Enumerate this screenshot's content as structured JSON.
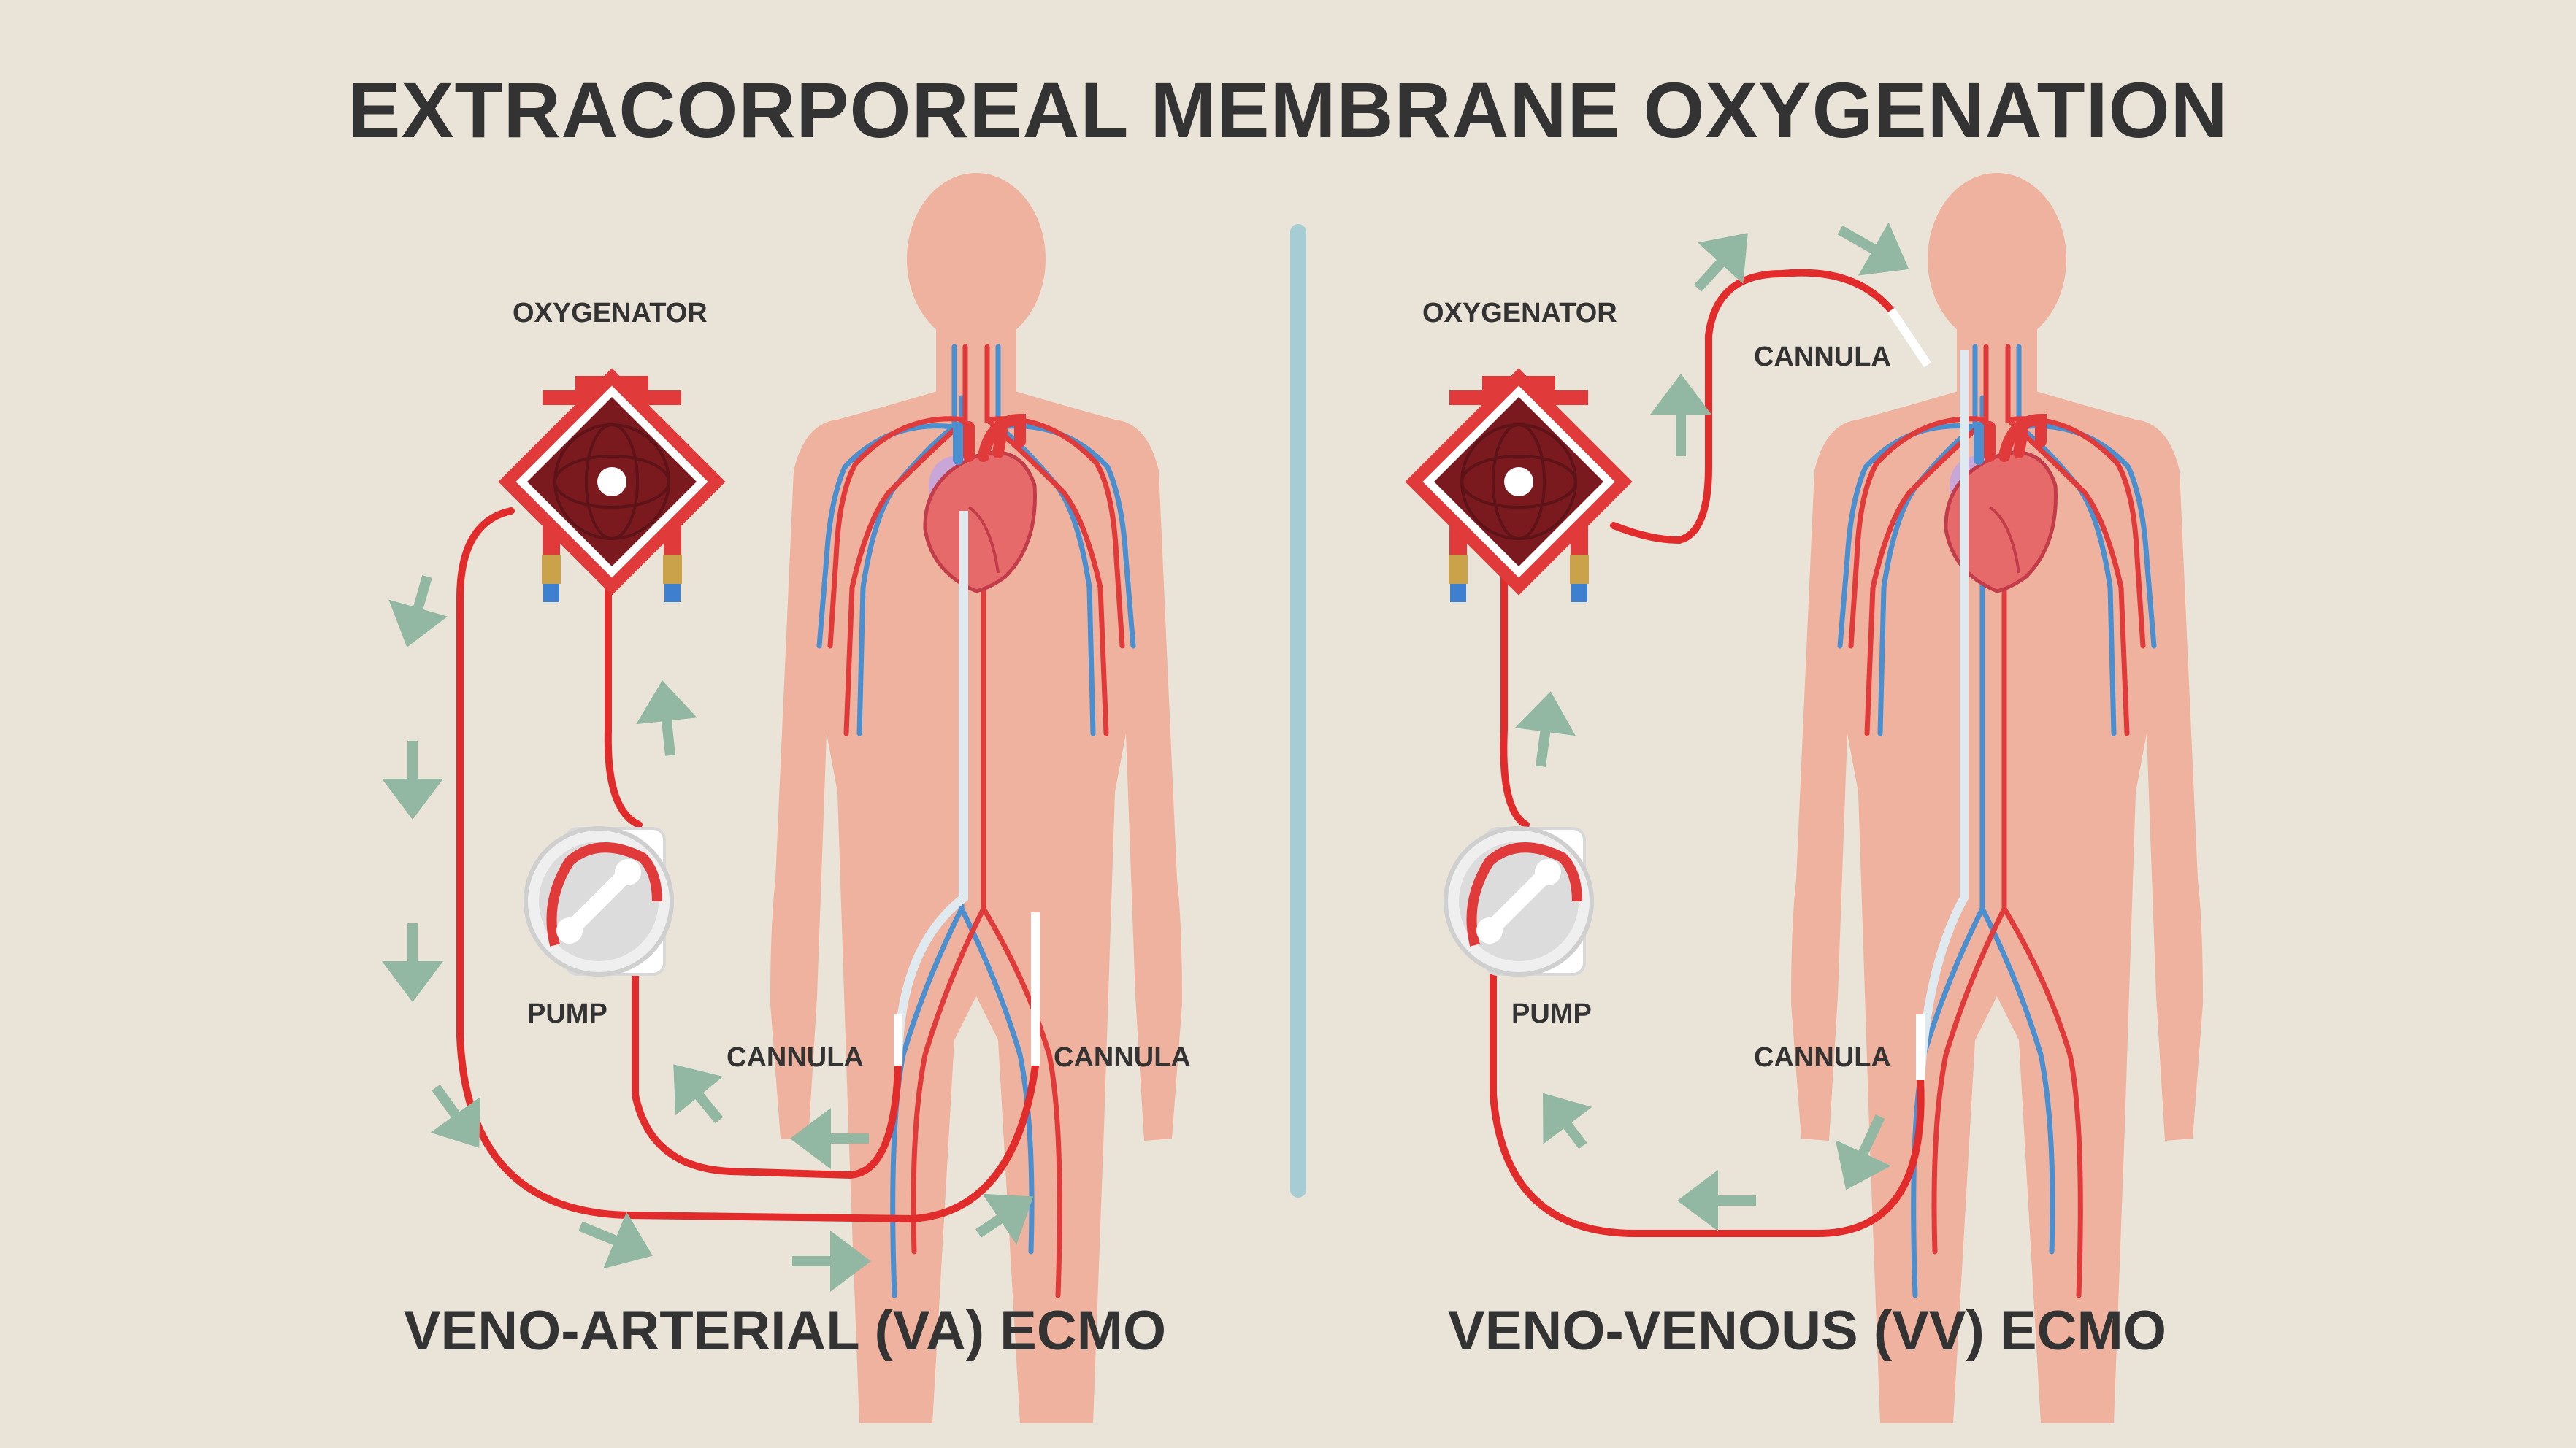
{
  "title": "EXTRACORPOREAL MEMBRANE OXYGENATION",
  "panels": [
    {
      "heading": "VENO-ARTERIAL (VA) ECMO",
      "labels": {
        "oxygenator": "OXYGENATOR",
        "pump": "PUMP",
        "cannula_1": "CANNULA",
        "cannula_2": "CANNULA"
      }
    },
    {
      "heading": "VENO-VENOUS (VV) ECMO",
      "labels": {
        "oxygenator": "OXYGENATOR",
        "pump": "PUMP",
        "cannula_1": "CANNULA",
        "cannula_2": "CANNULA"
      }
    }
  ],
  "colors": {
    "background": "#e9e3d8",
    "skin": "#eeb29e",
    "artery": "#e03a3a",
    "vein": "#4a8fd0",
    "tube": "#e22b2b",
    "arrow": "#92b8a4",
    "divider": "#a6cdd4",
    "oxygenator_core": "#7a1a1f",
    "text": "#333333"
  }
}
